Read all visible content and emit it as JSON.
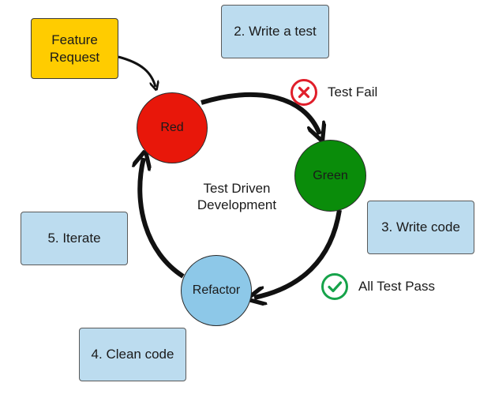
{
  "feature_request": {
    "label_line1": "Feature",
    "label_line2": "Request"
  },
  "center": {
    "line1": "Test Driven",
    "line2": "Development"
  },
  "nodes": {
    "red": {
      "label": "Red",
      "color": "#e8170a"
    },
    "green": {
      "label": "Green",
      "color": "#0a8c0a"
    },
    "refactor": {
      "label": "Refactor",
      "color": "#8dc8e8"
    }
  },
  "steps": {
    "write_test": "2. Write a test",
    "write_code": "3. Write code",
    "clean_code": "4. Clean code",
    "iterate": "5. Iterate"
  },
  "statuses": {
    "fail": {
      "label": "Test Fail",
      "icon": "x-circle-icon",
      "color": "#e01e2a"
    },
    "pass": {
      "label": "All Test Pass",
      "icon": "check-circle-icon",
      "color": "#16a34a"
    }
  }
}
